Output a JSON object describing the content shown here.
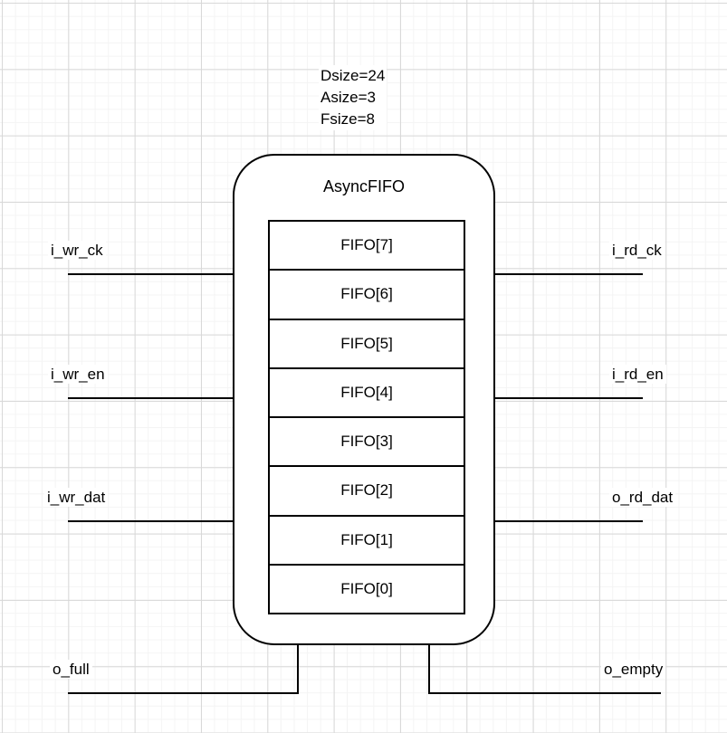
{
  "diagram": {
    "params": [
      "Dsize=24",
      "Asize=3",
      "Fsize=8"
    ],
    "block_title": "AsyncFIFO",
    "fifo_cells": [
      "FIFO[7]",
      "FIFO[6]",
      "FIFO[5]",
      "FIFO[4]",
      "FIFO[3]",
      "FIFO[2]",
      "FIFO[1]",
      "FIFO[0]"
    ],
    "ports": {
      "left": [
        "i_wr_ck",
        "i_wr_en",
        "i_wr_dat"
      ],
      "right": [
        "i_rd_ck",
        "i_rd_en",
        "o_rd_dat"
      ],
      "bottom": [
        "o_full",
        "o_empty"
      ]
    },
    "colors": {
      "stroke": "#000000",
      "background": "#ffffff",
      "grid_minor": "#f4f4f4",
      "grid_major": "#d8d8d8"
    }
  }
}
